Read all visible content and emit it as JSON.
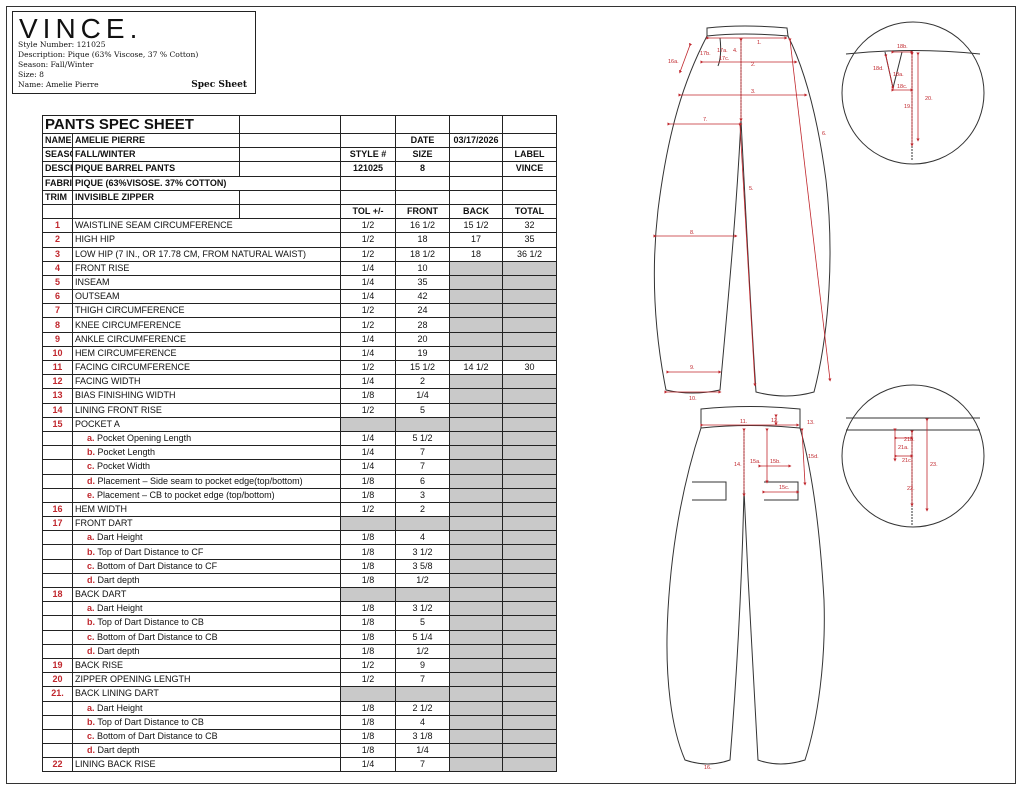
{
  "brand": "VINCE.",
  "meta": {
    "style_number": "Style Number: 121025",
    "description": "Description: Pique (63% Viscose, 37 % Cotton)",
    "season": "Season: Fall/Winter",
    "size": "Size: 8",
    "name": "Name: Amelie Pierre",
    "sheet_label": "Spec Sheet"
  },
  "table": {
    "title": "PANTS SPEC SHEET",
    "info": {
      "name_label": "NAME",
      "name_value": "AMELIE PIERRE",
      "date_label": "DATE",
      "date_value": "03/17/2026",
      "season_label": "SEASON",
      "season_value": "FALL/WINTER",
      "style_label": "STYLE #",
      "size_label": "SIZE",
      "label_label": "LABEL",
      "descri_label": "DESCRI",
      "descri_value": "PIQUE BARREL PANTS",
      "style_value": "121025",
      "size_value": "8",
      "label_value": "VINCE",
      "fabric_label": "FABRIC",
      "fabric_value": "PIQUE (63%VISOSE. 37% COTTON)",
      "trim_label": "TRIM",
      "trim_value": "INVISIBLE ZIPPER"
    },
    "headers": {
      "tol": "TOL +/-",
      "front": "FRONT",
      "back": "BACK",
      "total": "TOTAL"
    },
    "rows": [
      {
        "n": "1",
        "label": "WAISTLINE SEAM CIRCUMFERENCE",
        "tol": "1/2",
        "front": "16 1/2",
        "back": "15 1/2",
        "total": "32",
        "shade": false
      },
      {
        "n": "2",
        "label": "HIGH HIP",
        "tol": "1/2",
        "front": "18",
        "back": "17",
        "total": "35",
        "shade": false
      },
      {
        "n": "3",
        "label": "LOW HIP (7 in., or 17.78 cm, from natural waist)",
        "tol": "1/2",
        "front": "18 1/2",
        "back": "18",
        "total": "36 1/2",
        "shade": false
      },
      {
        "n": "4",
        "label": "FRONT RISE",
        "tol": "1/4",
        "front": "10",
        "back": "",
        "total": "",
        "shade": true
      },
      {
        "n": "5",
        "label": "INSEAM",
        "tol": "1/4",
        "front": "35",
        "back": "",
        "total": "",
        "shade": true
      },
      {
        "n": "6",
        "label": "OUTSEAM",
        "tol": "1/4",
        "front": "42",
        "back": "",
        "total": "",
        "shade": true
      },
      {
        "n": "7",
        "label": "THIGH CIRCUMFERENCE",
        "tol": "1/2",
        "front": "24",
        "back": "",
        "total": "",
        "shade": true
      },
      {
        "n": "8",
        "label": "KNEE CIRCUMFERENCE",
        "tol": "1/2",
        "front": "28",
        "back": "",
        "total": "",
        "shade": true
      },
      {
        "n": "9",
        "label": "ANKLE CIRCUMFERENCE",
        "tol": "1/4",
        "front": "20",
        "back": "",
        "total": "",
        "shade": true
      },
      {
        "n": "10",
        "label": "HEM CIRCUMFERENCE",
        "tol": "1/4",
        "front": "19",
        "back": "",
        "total": "",
        "shade": true
      },
      {
        "n": "11",
        "label": "FACING CIRCUMFERENCE",
        "tol": "1/2",
        "front": "15 1/2",
        "back": "14 1/2",
        "total": "30",
        "shade": false
      },
      {
        "n": "12",
        "label": "FACING WIDTH",
        "tol": "1/4",
        "front": "2",
        "back": "",
        "total": "",
        "shade": true
      },
      {
        "n": "13",
        "label": "BIAS FINISHING WIDTH",
        "tol": "1/8",
        "front": "1/4",
        "back": "",
        "total": "",
        "shade": true
      },
      {
        "n": "14",
        "label": "LINING FRONT RISE",
        "tol": "1/2",
        "front": "5",
        "back": "",
        "total": "",
        "shade": true
      },
      {
        "n": "15",
        "label": "POCKET A",
        "tol": "",
        "front": "",
        "back": "",
        "total": "",
        "shade": true,
        "section": true
      },
      {
        "n": "",
        "sub": "a.",
        "label": "Pocket Opening Length",
        "tol": "1/4",
        "front": "5 1/2",
        "back": "",
        "total": "",
        "shade": true
      },
      {
        "n": "",
        "sub": "b.",
        "label": "Pocket Length",
        "tol": "1/4",
        "front": "7",
        "back": "",
        "total": "",
        "shade": true
      },
      {
        "n": "",
        "sub": "c.",
        "label": "Pocket Width",
        "tol": "1/4",
        "front": "7",
        "back": "",
        "total": "",
        "shade": true
      },
      {
        "n": "",
        "sub": "d.",
        "label": "Placement – Side seam to pocket edge(top/bottom)",
        "tol": "1/8",
        "front": "6",
        "back": "",
        "total": "",
        "shade": true
      },
      {
        "n": "",
        "sub": "e.",
        "label": "Placement – CB to pocket edge (top/bottom)",
        "tol": "1/8",
        "front": "3",
        "back": "",
        "total": "",
        "shade": true
      },
      {
        "n": "16",
        "label": "HEM WIDTH",
        "tol": "1/2",
        "front": "2",
        "back": "",
        "total": "",
        "shade": true
      },
      {
        "n": "17",
        "label": "FRONT DART",
        "tol": "",
        "front": "",
        "back": "",
        "total": "",
        "shade": true,
        "section": true
      },
      {
        "n": "",
        "sub": "a.",
        "label": "Dart Height",
        "tol": "1/8",
        "front": "4",
        "back": "",
        "total": "",
        "shade": true
      },
      {
        "n": "",
        "sub": "b.",
        "label": "Top of Dart Distance to CF",
        "tol": "1/8",
        "front": "3 1/2",
        "back": "",
        "total": "",
        "shade": true
      },
      {
        "n": "",
        "sub": "c.",
        "label": "Bottom of Dart Distance to CF",
        "tol": "1/8",
        "front": "3 5/8",
        "back": "",
        "total": "",
        "shade": true
      },
      {
        "n": "",
        "sub": "d.",
        "label": "Dart depth",
        "tol": "1/8",
        "front": "1/2",
        "back": "",
        "total": "",
        "shade": true
      },
      {
        "n": "18",
        "label": "BACK DART",
        "tol": "",
        "front": "",
        "back": "",
        "total": "",
        "shade": true,
        "section": true
      },
      {
        "n": "",
        "sub": "a.",
        "label": "Dart Height",
        "tol": "1/8",
        "front": "3 1/2",
        "back": "",
        "total": "",
        "shade": true
      },
      {
        "n": "",
        "sub": "b.",
        "label": "Top of Dart Distance to CB",
        "tol": "1/8",
        "front": "5",
        "back": "",
        "total": "",
        "shade": true
      },
      {
        "n": "",
        "sub": "c.",
        "label": "Bottom of Dart Distance to CB",
        "tol": "1/8",
        "front": "5 1/4",
        "back": "",
        "total": "",
        "shade": true
      },
      {
        "n": "",
        "sub": "d.",
        "label": "Dart depth",
        "tol": "1/8",
        "front": "1/2",
        "back": "",
        "total": "",
        "shade": true
      },
      {
        "n": "19",
        "label": "BACK RISE",
        "tol": "1/2",
        "front": "9",
        "back": "",
        "total": "",
        "shade": true
      },
      {
        "n": "20",
        "label": "ZIPPER OPENING LENGTH",
        "tol": "1/2",
        "front": "7",
        "back": "",
        "total": "",
        "shade": true
      },
      {
        "n": "21.",
        "label": "BACK LINING DART",
        "tol": "",
        "front": "",
        "back": "",
        "total": "",
        "shade": true,
        "section": true
      },
      {
        "n": "",
        "sub": "a.",
        "label": "Dart Height",
        "tol": "1/8",
        "front": "2 1/2",
        "back": "",
        "total": "",
        "shade": true
      },
      {
        "n": "",
        "sub": "b.",
        "label": "Top of Dart Distance to CB",
        "tol": "1/8",
        "front": "4",
        "back": "",
        "total": "",
        "shade": true
      },
      {
        "n": "",
        "sub": "c.",
        "label": "Bottom of Dart Distance to CB",
        "tol": "1/8",
        "front": "3 1/8",
        "back": "",
        "total": "",
        "shade": true
      },
      {
        "n": "",
        "sub": "d.",
        "label": "Dart depth",
        "tol": "1/8",
        "front": "1/4",
        "back": "",
        "total": "",
        "shade": true
      },
      {
        "n": "22",
        "label": "LINING BACK RISE",
        "tol": "1/4",
        "front": "7",
        "back": "",
        "total": "",
        "shade": true
      }
    ]
  },
  "drawing_labels": {
    "front": [
      "1.",
      "2.",
      "3.",
      "4.",
      "5.",
      "6.",
      "7.",
      "8.",
      "9.",
      "10.",
      "16a.",
      "17a.",
      "17b.",
      "17c."
    ],
    "front_detail": [
      "18b.",
      "18d.",
      "18a.",
      "18c.",
      "19.",
      "20."
    ],
    "back": [
      "11.",
      "12.",
      "13.",
      "14.",
      "15a.",
      "15b.",
      "15c.",
      "15d.",
      "16."
    ],
    "back_detail": [
      "21b.",
      "21a.",
      "21c.",
      "22.",
      "23."
    ]
  },
  "colors": {
    "accent": "#c0272d",
    "shade": "#c9c9c9"
  }
}
